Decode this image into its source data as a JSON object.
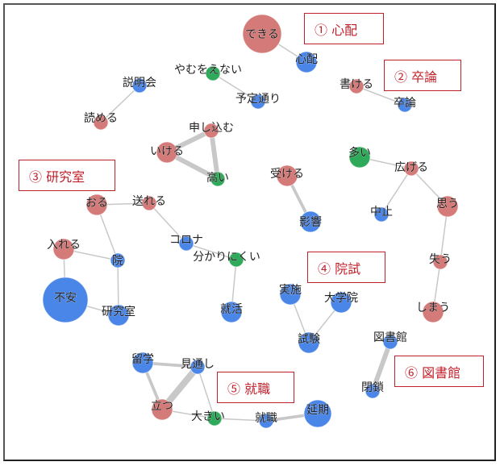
{
  "colors": {
    "verb": "#d47a78",
    "noun": "#4a86e8",
    "adjective": "#2eaa5a",
    "edge": "#c8c8c8",
    "category_border": "#c0202a"
  },
  "categories": [
    {
      "id": 1,
      "label": "① 心配"
    },
    {
      "id": 2,
      "label": "② 卒論"
    },
    {
      "id": 3,
      "label": "③ 研究室"
    },
    {
      "id": 4,
      "label": "④ 院試"
    },
    {
      "id": 5,
      "label": "⑤ 就職"
    },
    {
      "id": 6,
      "label": "⑥ 図書館"
    }
  ],
  "nodes": [
    {
      "id": "dekiru",
      "label": "できる",
      "type": "verb",
      "freq": 5
    },
    {
      "id": "shinpai",
      "label": "心配",
      "type": "noun",
      "freq": 2
    },
    {
      "id": "yamuwoenai",
      "label": "やむをえない",
      "type": "adjective",
      "freq": 1
    },
    {
      "id": "yoteidoori",
      "label": "予定通り",
      "type": "noun",
      "freq": 1
    },
    {
      "id": "setsumeikai",
      "label": "説明会",
      "type": "noun",
      "freq": 1
    },
    {
      "id": "yomeru",
      "label": "読める",
      "type": "verb",
      "freq": 1
    },
    {
      "id": "kakeru",
      "label": "書ける",
      "type": "verb",
      "freq": 1
    },
    {
      "id": "sotsuron",
      "label": "卒論",
      "type": "noun",
      "freq": 1
    },
    {
      "id": "moshikomu",
      "label": "申し込む",
      "type": "verb",
      "freq": 1
    },
    {
      "id": "ikeru",
      "label": "いける",
      "type": "verb",
      "freq": 2
    },
    {
      "id": "takai",
      "label": "高い",
      "type": "adjective",
      "freq": 1
    },
    {
      "id": "ukeru",
      "label": "受ける",
      "type": "verb",
      "freq": 2
    },
    {
      "id": "eikyou",
      "label": "影響",
      "type": "noun",
      "freq": 2
    },
    {
      "id": "ooi",
      "label": "多い",
      "type": "adjective",
      "freq": 2
    },
    {
      "id": "hirogeru",
      "label": "広げる",
      "type": "verb",
      "freq": 1
    },
    {
      "id": "chuushi",
      "label": "中止",
      "type": "noun",
      "freq": 1
    },
    {
      "id": "omou",
      "label": "思う",
      "type": "verb",
      "freq": 2
    },
    {
      "id": "ushinau",
      "label": "失う",
      "type": "verb",
      "freq": 1
    },
    {
      "id": "shimau",
      "label": "しまう",
      "type": "verb",
      "freq": 2
    },
    {
      "id": "oru",
      "label": "おる",
      "type": "verb",
      "freq": 2
    },
    {
      "id": "okureru",
      "label": "送れる",
      "type": "verb",
      "freq": 1
    },
    {
      "id": "corona",
      "label": "コロナ",
      "type": "noun",
      "freq": 1
    },
    {
      "id": "wakarinikui",
      "label": "分かりにくい",
      "type": "adjective",
      "freq": 1
    },
    {
      "id": "shuukatsu",
      "label": "就活",
      "type": "noun",
      "freq": 2
    },
    {
      "id": "ireru",
      "label": "入れる",
      "type": "verb",
      "freq": 2
    },
    {
      "id": "in",
      "label": "院",
      "type": "noun",
      "freq": 1
    },
    {
      "id": "fuan",
      "label": "不安",
      "type": "noun",
      "freq": 6
    },
    {
      "id": "kenkyuushitsu",
      "label": "研究室",
      "type": "noun",
      "freq": 2
    },
    {
      "id": "jisshi",
      "label": "実施",
      "type": "noun",
      "freq": 2
    },
    {
      "id": "daigakuin",
      "label": "大学院",
      "type": "noun",
      "freq": 2
    },
    {
      "id": "shiken",
      "label": "試験",
      "type": "noun",
      "freq": 2
    },
    {
      "id": "toshokan",
      "label": "図書館",
      "type": "noun",
      "freq": 1
    },
    {
      "id": "heisa",
      "label": "閉鎖",
      "type": "noun",
      "freq": 1
    },
    {
      "id": "ryuugaku",
      "label": "留学",
      "type": "noun",
      "freq": 2
    },
    {
      "id": "mitooshi",
      "label": "見通し",
      "type": "noun",
      "freq": 1
    },
    {
      "id": "tatsu",
      "label": "立つ",
      "type": "verb",
      "freq": 2
    },
    {
      "id": "ookii",
      "label": "大きい",
      "type": "adjective",
      "freq": 1
    },
    {
      "id": "shuushoku",
      "label": "就職",
      "type": "noun",
      "freq": 1
    },
    {
      "id": "enki",
      "label": "延期",
      "type": "noun",
      "freq": 3
    }
  ],
  "edges": [
    {
      "source": "dekiru",
      "target": "shinpai",
      "weight": 1
    },
    {
      "source": "yamuwoenai",
      "target": "yoteidoori",
      "weight": 1
    },
    {
      "source": "setsumeikai",
      "target": "yomeru",
      "weight": 1
    },
    {
      "source": "kakeru",
      "target": "sotsuron",
      "weight": 1
    },
    {
      "source": "moshikomu",
      "target": "ikeru",
      "weight": 3
    },
    {
      "source": "moshikomu",
      "target": "takai",
      "weight": 3
    },
    {
      "source": "ikeru",
      "target": "takai",
      "weight": 3
    },
    {
      "source": "ukeru",
      "target": "eikyou",
      "weight": 2
    },
    {
      "source": "ooi",
      "target": "hirogeru",
      "weight": 1
    },
    {
      "source": "hirogeru",
      "target": "chuushi",
      "weight": 1
    },
    {
      "source": "hirogeru",
      "target": "omou",
      "weight": 1
    },
    {
      "source": "omou",
      "target": "ushinau",
      "weight": 1
    },
    {
      "source": "ushinau",
      "target": "shimau",
      "weight": 1
    },
    {
      "source": "oru",
      "target": "okureru",
      "weight": 1
    },
    {
      "source": "okureru",
      "target": "corona",
      "weight": 1
    },
    {
      "source": "corona",
      "target": "wakarinikui",
      "weight": 1
    },
    {
      "source": "wakarinikui",
      "target": "shuukatsu",
      "weight": 1
    },
    {
      "source": "oru",
      "target": "in",
      "weight": 1
    },
    {
      "source": "ireru",
      "target": "in",
      "weight": 1
    },
    {
      "source": "ireru",
      "target": "fuan",
      "weight": 1
    },
    {
      "source": "in",
      "target": "kenkyuushitsu",
      "weight": 1
    },
    {
      "source": "fuan",
      "target": "kenkyuushitsu",
      "weight": 1
    },
    {
      "source": "jisshi",
      "target": "shiken",
      "weight": 1
    },
    {
      "source": "daigakuin",
      "target": "shiken",
      "weight": 1
    },
    {
      "source": "toshokan",
      "target": "heisa",
      "weight": 3
    },
    {
      "source": "ryuugaku",
      "target": "mitooshi",
      "weight": 2
    },
    {
      "source": "ryuugaku",
      "target": "tatsu",
      "weight": 2
    },
    {
      "source": "mitooshi",
      "target": "tatsu",
      "weight": 4
    },
    {
      "source": "mitooshi",
      "target": "ookii",
      "weight": 1
    },
    {
      "source": "tatsu",
      "target": "ookii",
      "weight": 1
    },
    {
      "source": "ookii",
      "target": "shuushoku",
      "weight": 1
    },
    {
      "source": "shuushoku",
      "target": "enki",
      "weight": 2
    }
  ]
}
